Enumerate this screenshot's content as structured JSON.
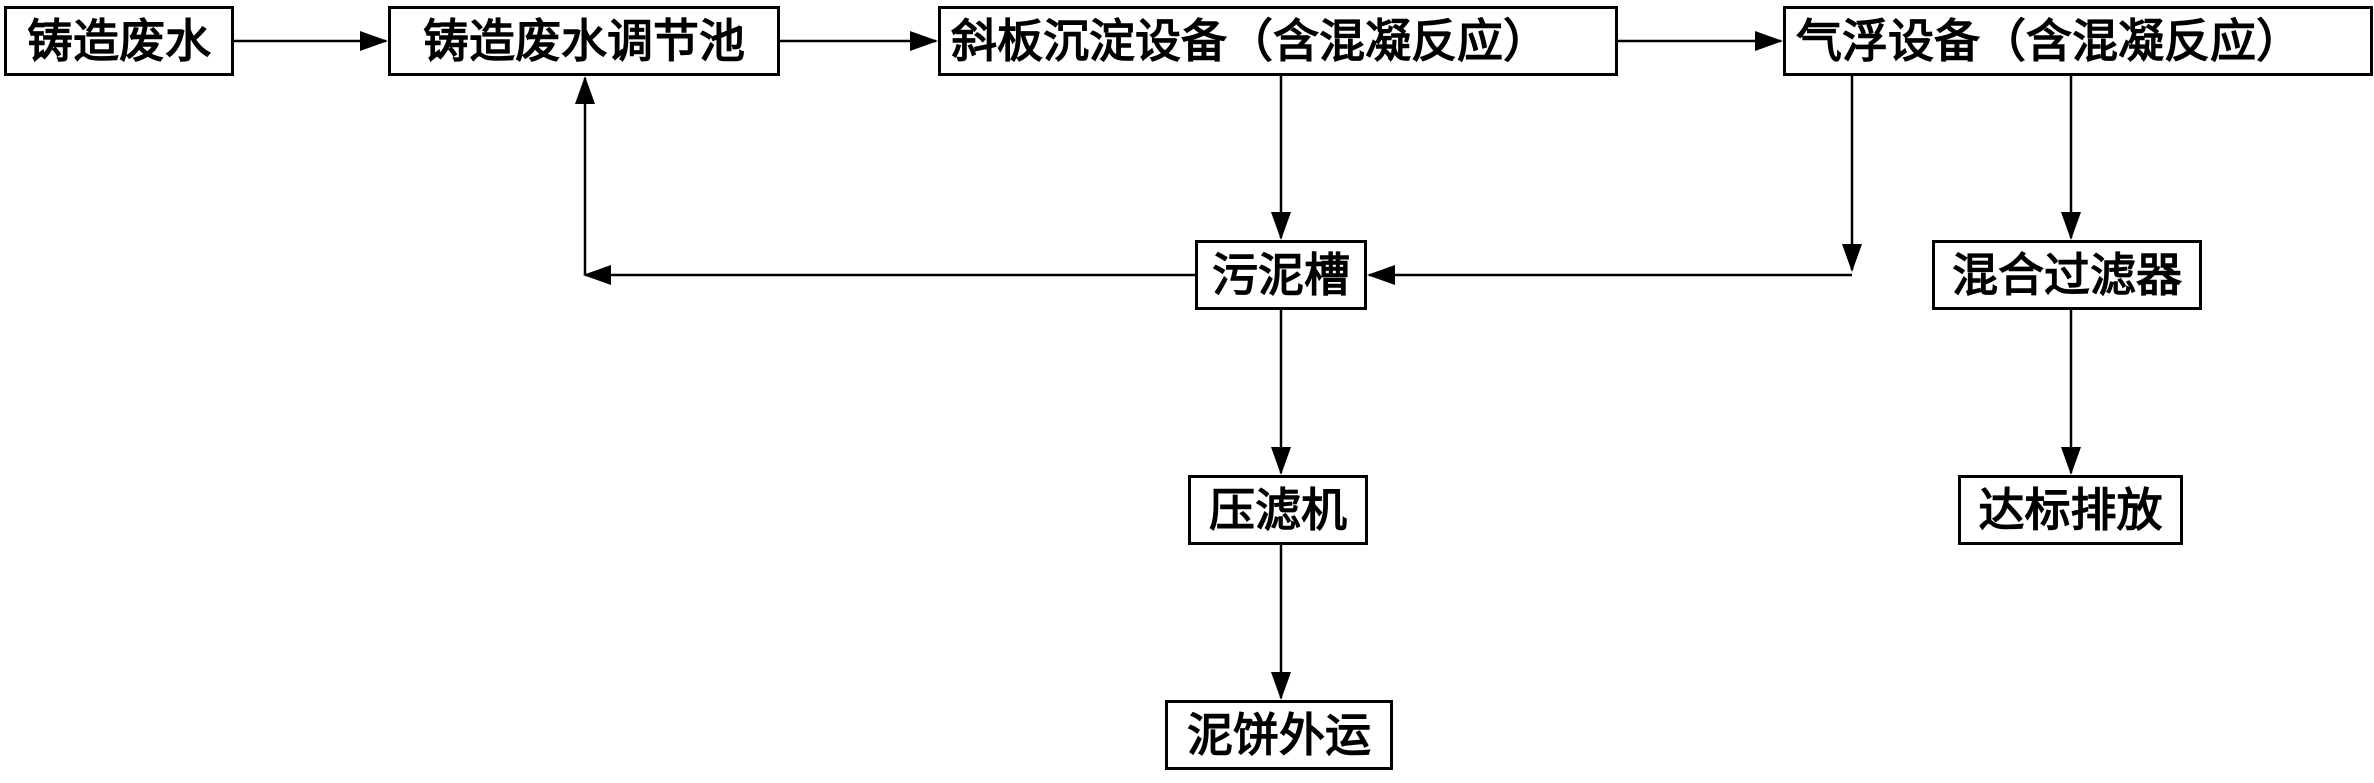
{
  "nodes": {
    "source": "铸造废水",
    "regulate": "铸造废水调节池",
    "incline": "斜板沉淀设备（含混凝反应）",
    "float": "气浮设备（含混凝反应）",
    "sludge": "污泥槽",
    "filter": "混合过滤器",
    "press": "压滤机",
    "discharge": "达标排放",
    "cake": "泥饼外运"
  },
  "edges": [
    {
      "from": "source",
      "to": "regulate"
    },
    {
      "from": "regulate",
      "to": "incline"
    },
    {
      "from": "incline",
      "to": "float"
    },
    {
      "from": "incline",
      "to": "sludge"
    },
    {
      "from": "float",
      "to": "sludge"
    },
    {
      "from": "sludge",
      "to": "regulate"
    },
    {
      "from": "float",
      "to": "filter"
    },
    {
      "from": "filter",
      "to": "discharge"
    },
    {
      "from": "sludge",
      "to": "press"
    },
    {
      "from": "press",
      "to": "cake"
    }
  ],
  "colors": {
    "stroke": "#000000",
    "background": "#ffffff"
  }
}
